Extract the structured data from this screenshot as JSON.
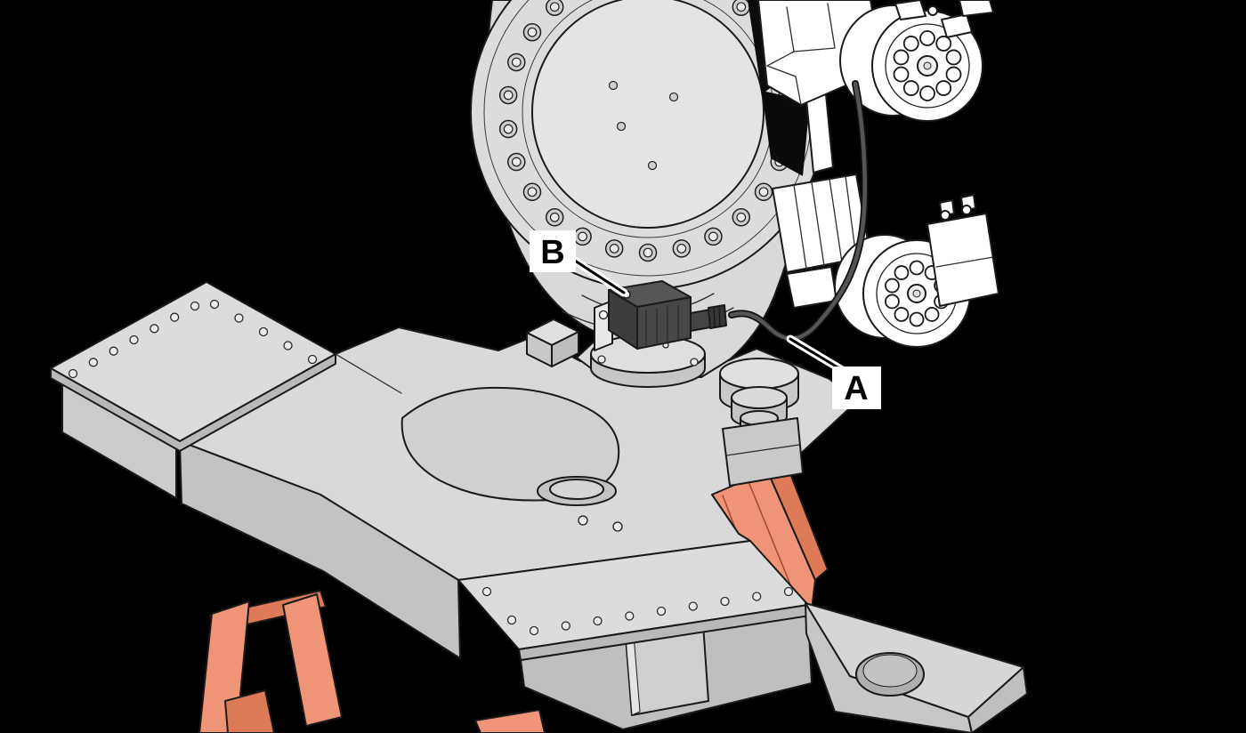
{
  "callouts": {
    "a": "A",
    "b": "B"
  },
  "colors": {
    "background": "#000000",
    "machine_light": "#d9d9d9",
    "machine_plate": "#dcdcdc",
    "machine_shadow": "#c3c3c3",
    "outline": "#1a1a1a",
    "motor": "#ffffff",
    "cable": "#555555",
    "sensor_box": "#474747",
    "stand": "#f09477",
    "stand_shade": "#dd7a58",
    "label_bg": "#ffffff",
    "label_text": "#000000"
  },
  "details": {
    "ring_bolt_count": 26,
    "ring_face_hole_count": 4,
    "motor_upper_pin_count": 10,
    "motor_lower_pin_count": 10,
    "plate_upper_left_hole_counts": [
      7,
      5
    ],
    "plate_lower_hole_counts": [
      9,
      2
    ],
    "platform_bolt_count": 3
  }
}
